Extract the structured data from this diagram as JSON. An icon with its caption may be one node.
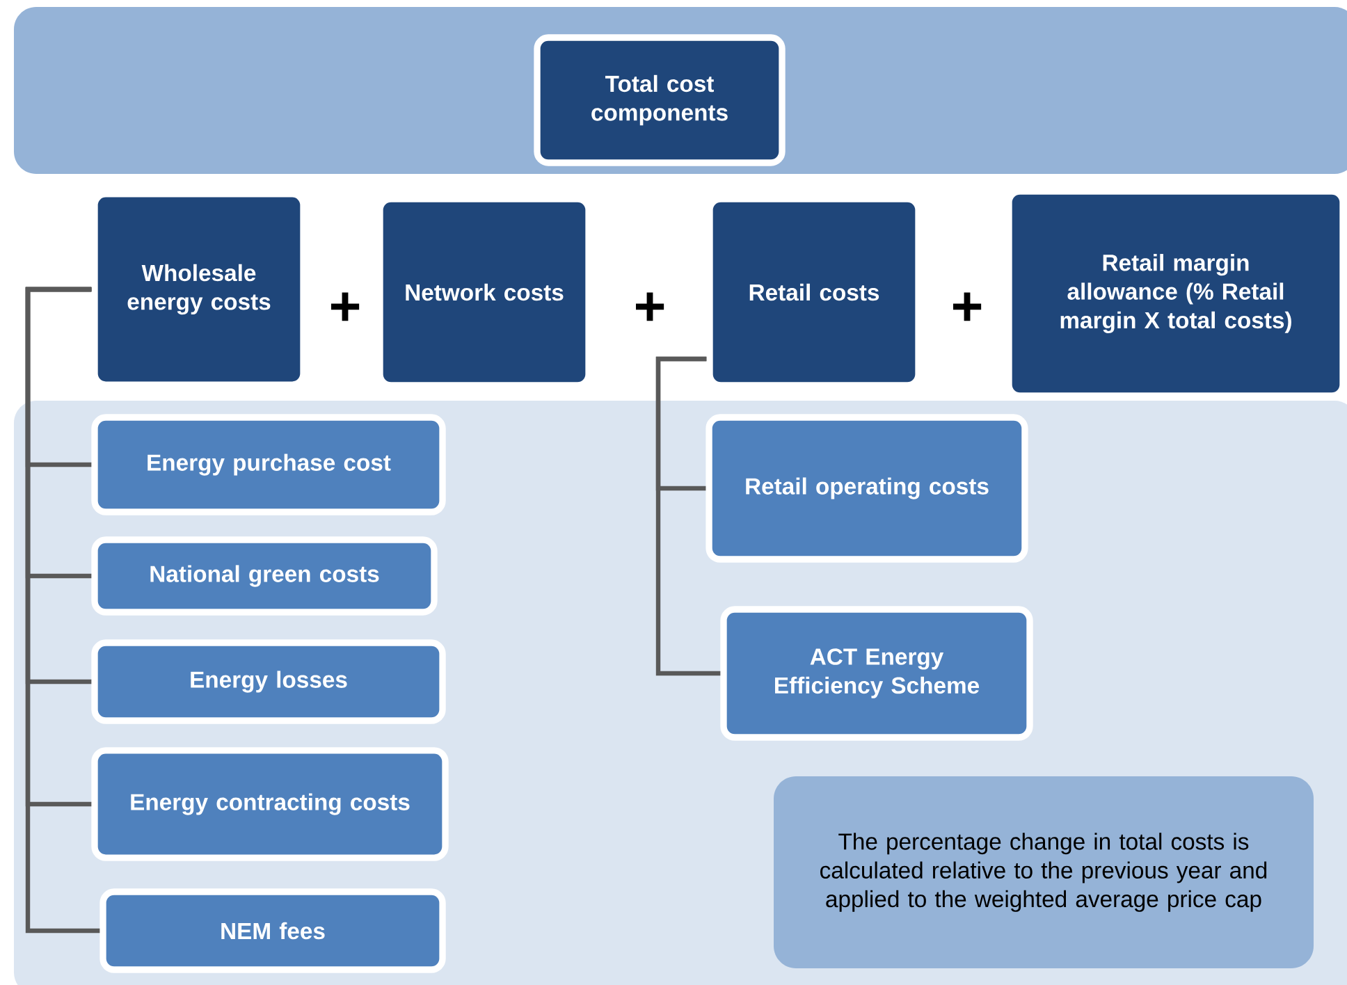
{
  "diagram": {
    "nodes": [
      {
        "text": [
          "Total cost components"
        ]
      },
      {
        "text": [
          "Wholesale energy costs"
        ]
      },
      {
        "text": [
          "Network costs"
        ]
      },
      {
        "text": [
          "Retail costs"
        ]
      },
      {
        "text": [
          "Retail margin allowance (% Retail margin X total costs)"
        ]
      },
      {
        "text": [
          "Energy purchase cost"
        ]
      },
      {
        "text": [
          "National green costs"
        ]
      },
      {
        "text": [
          "Energy losses"
        ]
      },
      {
        "text": [
          "Energy contracting costs"
        ]
      },
      {
        "text": [
          "NEM fees"
        ]
      },
      {
        "text": [
          "Retail operating costs"
        ]
      },
      {
        "text": [
          "ACT Energy Efficiency Scheme"
        ]
      },
      {
        "text": [
          "The percentage change in total costs is calculated relative to the previous year and applied to the weighted average price cap"
        ]
      }
    ],
    "edges": [
      {
        "from": 1,
        "to": 5,
        "arrow": "none"
      },
      {
        "from": 1,
        "to": 6,
        "arrow": "none"
      },
      {
        "from": 1,
        "to": 7,
        "arrow": "none"
      },
      {
        "from": 1,
        "to": 8,
        "arrow": "none"
      },
      {
        "from": 1,
        "to": 9,
        "arrow": "none"
      },
      {
        "from": 3,
        "to": 10,
        "arrow": "none"
      },
      {
        "from": 3,
        "to": 11,
        "arrow": "none"
      }
    ],
    "labels": [
      "+",
      "+",
      "+"
    ]
  }
}
